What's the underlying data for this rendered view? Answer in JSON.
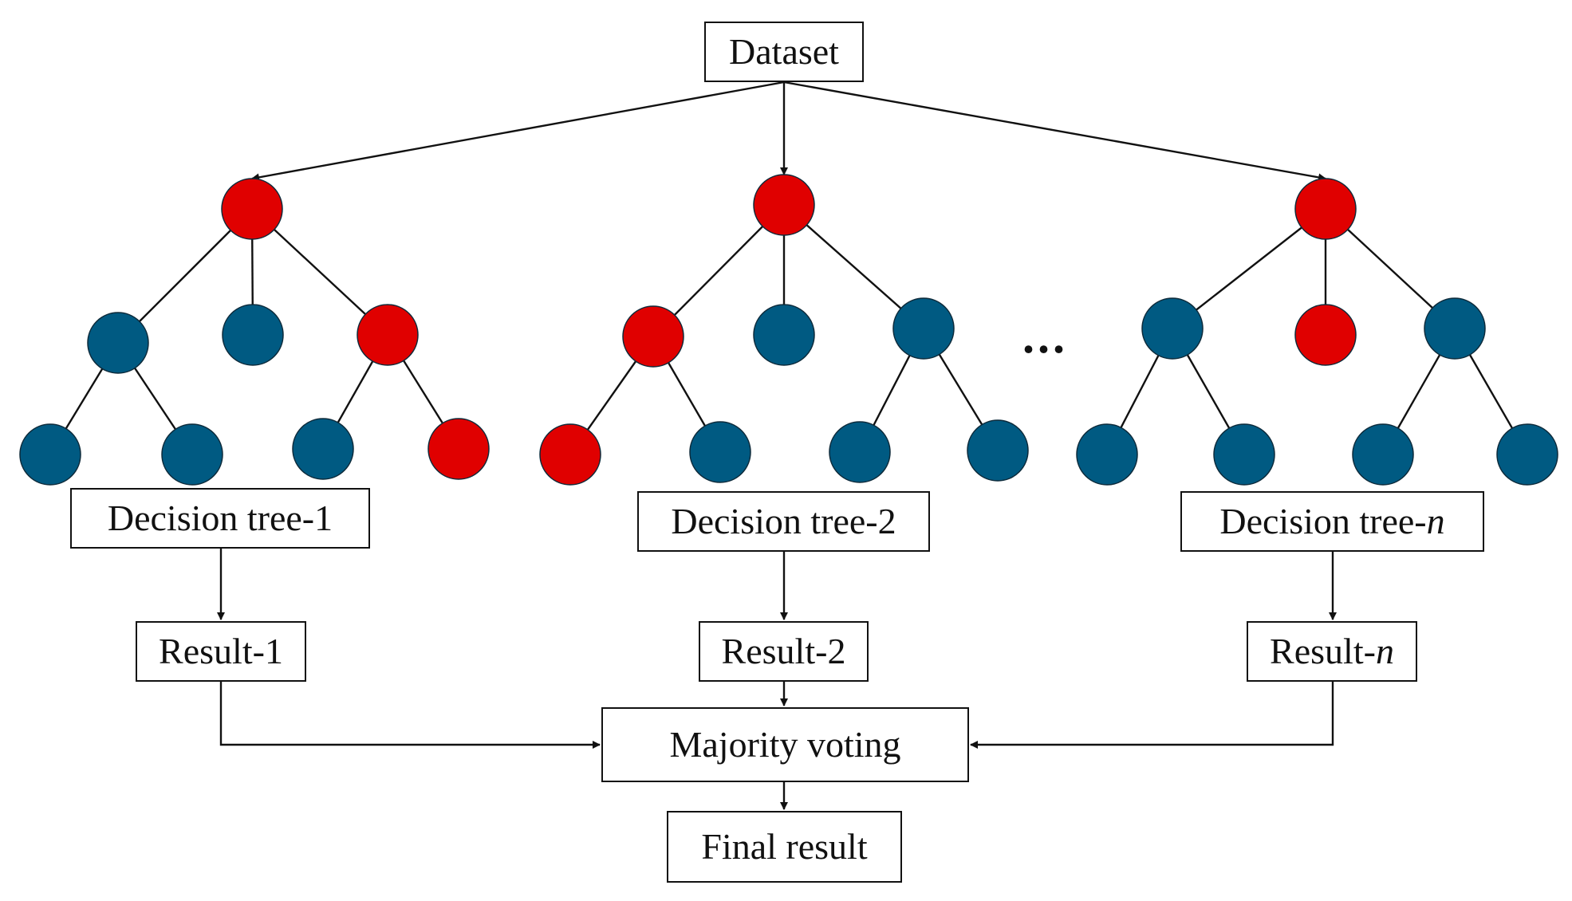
{
  "labels": {
    "dataset": "Dataset",
    "ellipsis": "...",
    "trees": [
      {
        "prefix": "Decision tree-",
        "suffix": "1",
        "suffix_italic": false
      },
      {
        "prefix": "Decision tree-",
        "suffix": "2",
        "suffix_italic": false
      },
      {
        "prefix": "Decision tree-",
        "suffix": "n",
        "suffix_italic": true
      }
    ],
    "results": [
      {
        "prefix": "Result-",
        "suffix": "1",
        "suffix_italic": false
      },
      {
        "prefix": "Result-",
        "suffix": "2",
        "suffix_italic": false
      },
      {
        "prefix": "Result-",
        "suffix": "n",
        "suffix_italic": true
      }
    ],
    "majority_voting": "Majority voting",
    "final_result": "Final result"
  },
  "colors": {
    "split_node": "#e00000",
    "leaf_node": "#005a82",
    "line": "#111111",
    "node_stroke": "#0d2a3a"
  },
  "trees": [
    {
      "root": "red",
      "level1": [
        "blue",
        "blue",
        "red"
      ],
      "level2": [
        "blue",
        "blue",
        "blue",
        "red"
      ]
    },
    {
      "root": "red",
      "level1": [
        "red",
        "blue",
        "blue"
      ],
      "level2": [
        "red",
        "blue",
        "blue",
        "blue"
      ]
    },
    {
      "root": "red",
      "level1": [
        "blue",
        "red",
        "blue"
      ],
      "level2": [
        "blue",
        "blue",
        "blue",
        "blue"
      ]
    }
  ]
}
